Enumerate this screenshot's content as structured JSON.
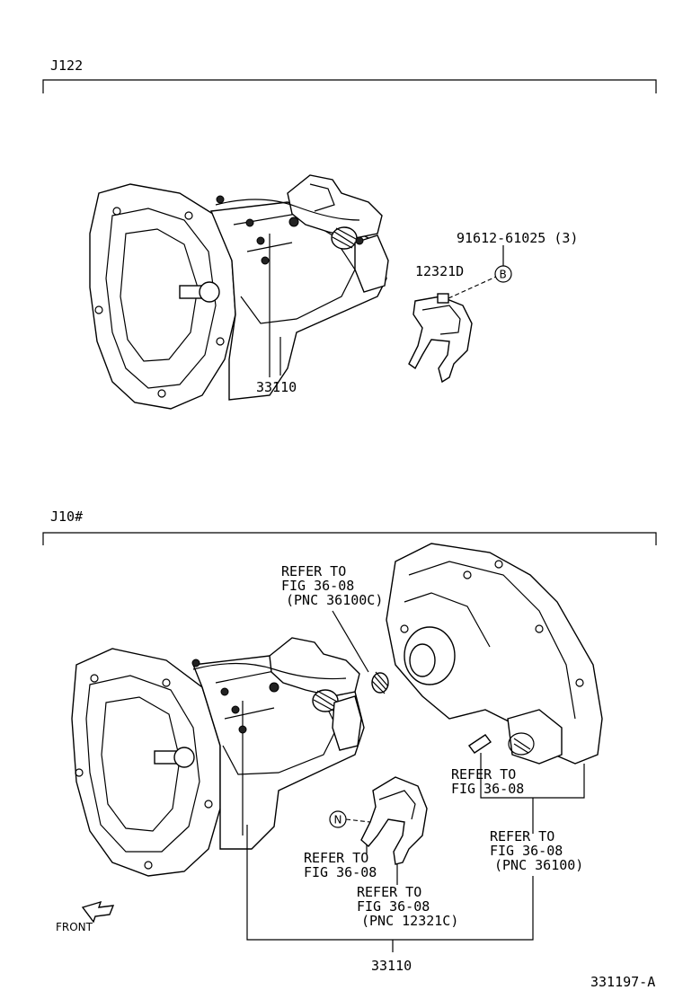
{
  "sections": [
    {
      "title": "J122"
    },
    {
      "title": "J10#"
    }
  ],
  "top_labels": {
    "part_33110": "33110",
    "part_12321D": "12321D",
    "bolt_spec": "91612-61025 (3)",
    "callout_b": "B"
  },
  "bottom_labels": {
    "refer_36100C": [
      "REFER TO",
      "FIG 36-08",
      "(PNC 36100C)"
    ],
    "refer_fig_right": [
      "REFER TO",
      "FIG 36-08"
    ],
    "refer_36100": [
      "REFER TO",
      "FIG 36-08",
      "(PNC 36100)"
    ],
    "refer_fig_left": [
      "REFER TO",
      "FIG 36-08"
    ],
    "refer_12321C": [
      "REFER TO",
      "FIG 36-08",
      "(PNC 12321C)"
    ],
    "callout_n": "N",
    "front": "FRONT",
    "part_33110": "33110"
  },
  "figure_code": "331197-A"
}
